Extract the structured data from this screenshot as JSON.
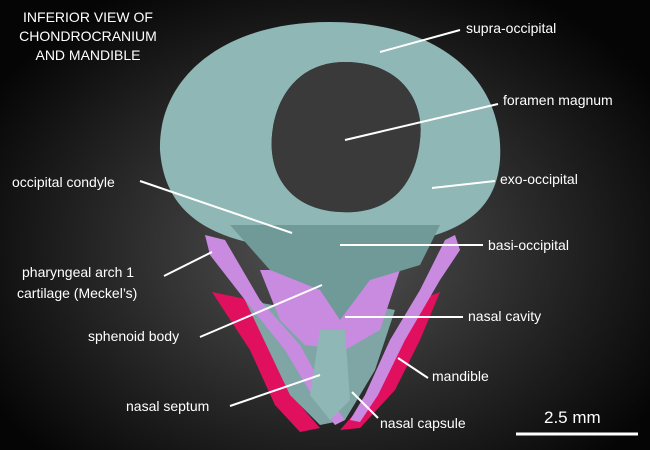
{
  "title_lines": [
    "INFERIOR VIEW OF",
    "CHONDROCRANIUM",
    "AND MANDIBLE"
  ],
  "labels": {
    "supra_occipital": "supra-occipital",
    "foramen_magnum": "foramen magnum",
    "exo_occipital": "exo-occipital",
    "occipital_condyle": "occipital condyle",
    "basi_occipital": "basi-occipital",
    "pharyngeal_arch_line1": "pharyngeal arch 1",
    "pharyngeal_arch_line2": "cartilage (Meckel’s)",
    "sphenoid_body": "sphenoid body",
    "nasal_cavity": "nasal cavity",
    "mandible": "mandible",
    "nasal_septum": "nasal septum",
    "nasal_capsule": "nasal capsule"
  },
  "scale_bar": {
    "label": "2.5 mm"
  },
  "colors": {
    "bone": "#8fb7b5",
    "cartilage": "#c98be0",
    "mandible": "#e0105f"
  }
}
